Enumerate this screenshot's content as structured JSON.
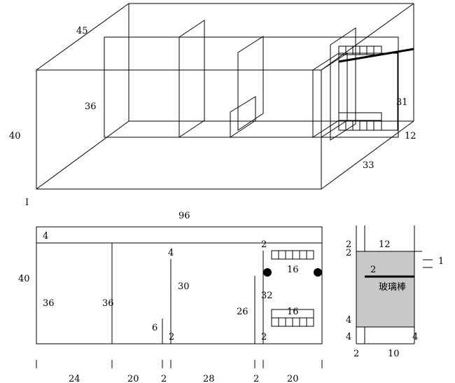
{
  "iso": {
    "labels": {
      "w45": "45",
      "h36": "36",
      "h40": "40",
      "d31": "31",
      "d12": "12",
      "d33": "33"
    },
    "marker": "I"
  },
  "front": {
    "labels": {
      "top96": "96",
      "top4": "4",
      "h40": "40",
      "c36a": "36",
      "c36b": "36",
      "p4": "4",
      "p30": "30",
      "p6": "6",
      "p2a": "2",
      "p26": "26",
      "p2b": "2",
      "p32": "32",
      "p2c": "2",
      "p16a": "16",
      "p16b": "16"
    },
    "bottom": [
      "24",
      "20",
      "2",
      "28",
      "2",
      "20"
    ]
  },
  "side": {
    "labels": {
      "s2top": "2",
      "s2b": "2",
      "s12": "12",
      "s1": "1",
      "s2c": "2",
      "glass_rod": "玻璃棒",
      "s4a": "4",
      "s4b": "4",
      "s4c": "4",
      "s2bot": "2",
      "s10": "10"
    }
  }
}
